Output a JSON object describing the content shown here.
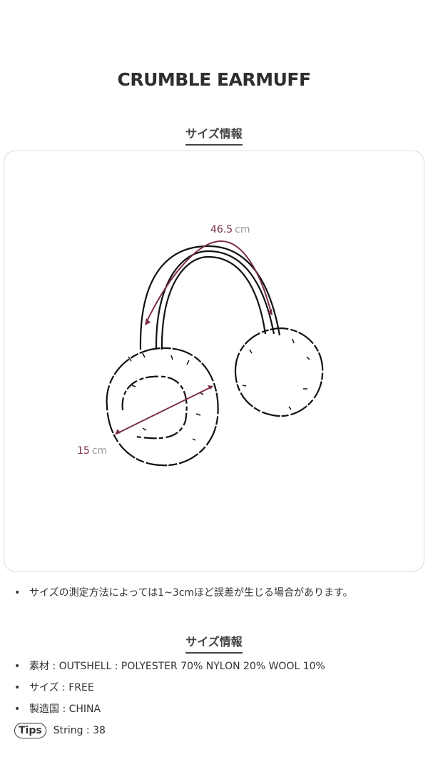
{
  "product_title": "CRUMBLE EARMUFF",
  "size_section": {
    "heading": "サイズ情報",
    "measure_headband_value": "46.5",
    "measure_headband_unit": "cm",
    "measure_pad_value": "15",
    "measure_pad_unit": "cm",
    "accent_color": "#7a2d4c"
  },
  "note": "サイズの測定方法によっては1~3cmほど誤差が生じる場合があります。",
  "info_section": {
    "heading": "サイズ情報",
    "items": [
      "素材 : OUTSHELL : POLYESTER 70% NYLON 20% WOOL 10%",
      "サイズ : FREE",
      "製造国 : CHINA"
    ],
    "tips_label": "Tips",
    "tips_text": "String : 38"
  }
}
